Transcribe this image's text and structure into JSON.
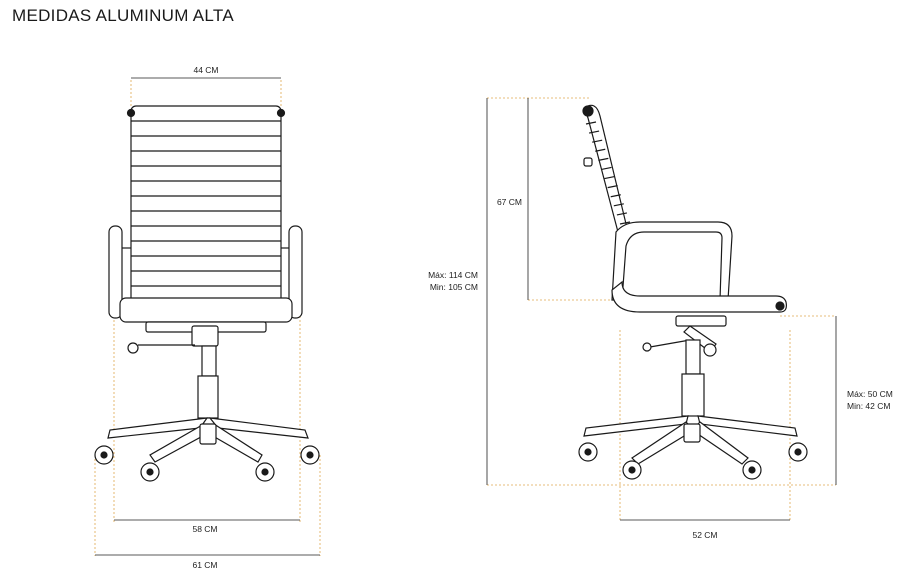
{
  "title": "MEDIDAS ALUMINUM ALTA",
  "front_view": {
    "width_top": "44 CM",
    "width_middle": "58 CM",
    "width_bottom": "61 CM"
  },
  "side_view": {
    "backrest_height": "67 CM",
    "total_height_max": "Máx: 114 CM",
    "total_height_min": "Min: 105 CM",
    "seat_height_max": "Máx: 50 CM",
    "seat_height_min": "Min: 42 CM",
    "depth": "52 CM"
  },
  "colors": {
    "guide": "#e0a850",
    "line": "#1a1a1a"
  }
}
